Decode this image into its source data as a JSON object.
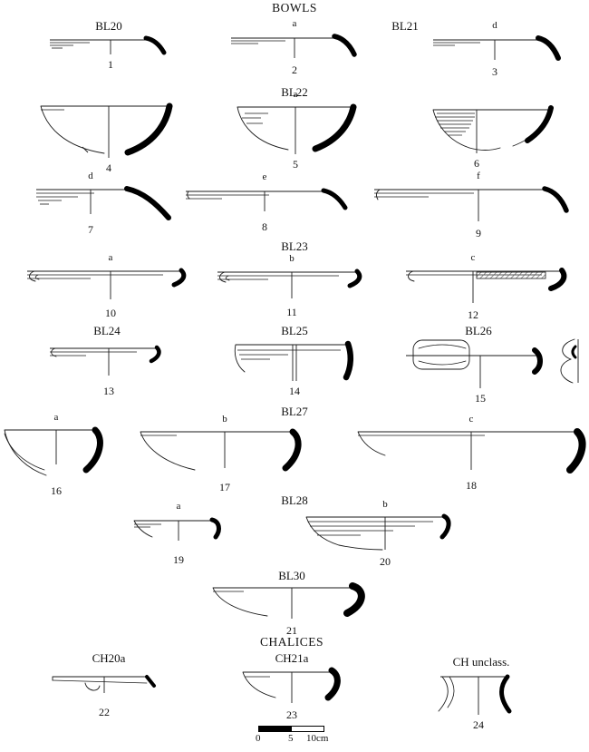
{
  "title": "BOWLS",
  "section2_title": "CHALICES",
  "headings": [
    {
      "label": "BL20"
    },
    {
      "label": "BL21"
    },
    {
      "label": "BL22"
    },
    {
      "label": "BL23"
    },
    {
      "label": "BL24"
    },
    {
      "label": "BL25"
    },
    {
      "label": "BL26"
    },
    {
      "label": "BL27"
    },
    {
      "label": "BL28"
    },
    {
      "label": "BL30"
    },
    {
      "label": "CH20a"
    },
    {
      "label": "CH21a"
    },
    {
      "label": "CH unclass."
    }
  ],
  "items": [
    {
      "num": "1",
      "sub": ""
    },
    {
      "num": "2",
      "sub": "a"
    },
    {
      "num": "3",
      "sub": "d"
    },
    {
      "num": "4",
      "sub": ""
    },
    {
      "num": "5",
      "sub": "a"
    },
    {
      "num": "6",
      "sub": ""
    },
    {
      "num": "7",
      "sub": "d"
    },
    {
      "num": "8",
      "sub": "e"
    },
    {
      "num": "9",
      "sub": "f"
    },
    {
      "num": "10",
      "sub": "a"
    },
    {
      "num": "11",
      "sub": "b"
    },
    {
      "num": "12",
      "sub": "c"
    },
    {
      "num": "13",
      "sub": ""
    },
    {
      "num": "14",
      "sub": ""
    },
    {
      "num": "15",
      "sub": ""
    },
    {
      "num": "16",
      "sub": "a"
    },
    {
      "num": "17",
      "sub": "b"
    },
    {
      "num": "18",
      "sub": "c"
    },
    {
      "num": "19",
      "sub": "a"
    },
    {
      "num": "20",
      "sub": "b"
    },
    {
      "num": "21",
      "sub": ""
    },
    {
      "num": "22",
      "sub": ""
    },
    {
      "num": "23",
      "sub": ""
    },
    {
      "num": "24",
      "sub": ""
    }
  ],
  "scale_bar": {
    "tick0": "0",
    "tick5": "5",
    "tick10": "10cm"
  }
}
